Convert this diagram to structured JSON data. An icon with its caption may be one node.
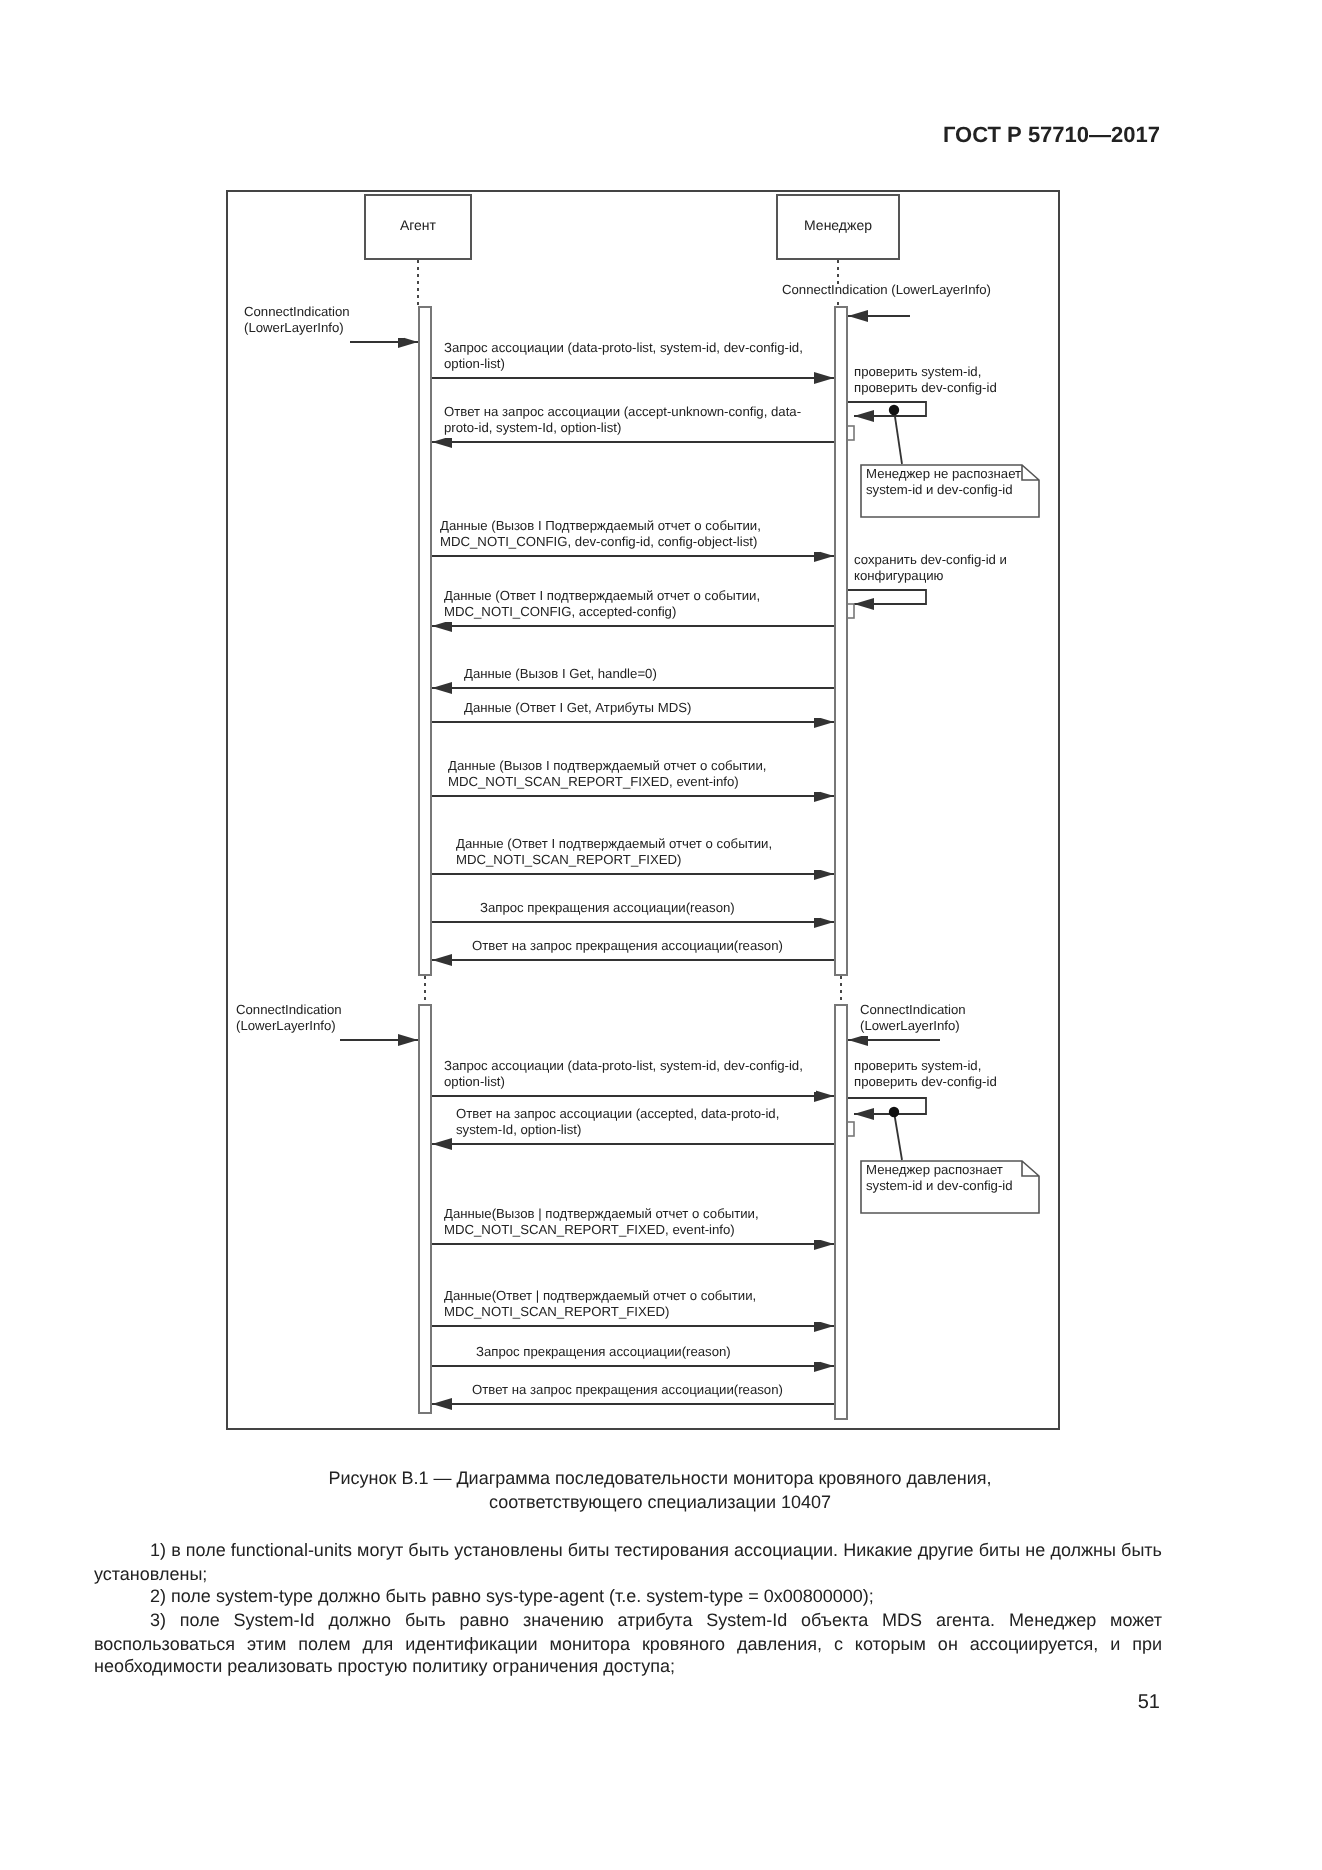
{
  "diagram": {
    "caption": "Рисунок В.1 — Диаграмма последовательности монитора кровяного давления, соответствующего специализации 10407",
    "nodes": [
      {
        "text": [
          "Агент"
        ]
      },
      {
        "text": [
          "Менеджер"
        ]
      },
      {
        "text": [],
        "shape": "bar"
      },
      {
        "text": [],
        "shape": "bar"
      },
      {
        "text": [],
        "shape": "bar"
      },
      {
        "text": [],
        "shape": "bar"
      },
      {
        "text": [
          "Менеджер не распознает system-id и dev-config-id"
        ]
      },
      {
        "text": [
          "Менеджер распознает system-id и dev-config-id"
        ]
      }
    ],
    "edges": [
      {
        "from": 0,
        "to": 2,
        "arrow": "none",
        "style": "dashed"
      },
      {
        "from": 1,
        "to": 3,
        "arrow": "none",
        "style": "dashed"
      },
      {
        "from": null,
        "to": 2,
        "arrow": "to",
        "label": "ConnectIndication (LowerLayerInfo)"
      },
      {
        "from": null,
        "to": 3,
        "arrow": "to",
        "label": "ConnectIndication (LowerLayerInfo)"
      },
      {
        "from": 2,
        "to": 3,
        "arrow": "to",
        "label": "Запрос ассоциации (data-proto-list, system-id, dev-config-id, option-list)"
      },
      {
        "from": 3,
        "to": 3,
        "arrow": "to",
        "label": "проверить system-id, проверить dev-config-id"
      },
      {
        "from": 3,
        "to": 2,
        "arrow": "to",
        "label": "Ответ на запрос ассоциации (accept-unknown-config, data-proto-id, system-Id, option-list)"
      },
      {
        "from": 6,
        "to": 3,
        "arrow": "other"
      },
      {
        "from": 2,
        "to": 3,
        "arrow": "to",
        "label": "Данные (Вызов I Подтверждаемый отчет о событии, MDC_NOTI_CONFIG, dev-config-id, config-object-list)"
      },
      {
        "from": 3,
        "to": 3,
        "arrow": "to",
        "label": "сохранить dev-config-id и конфигурацию"
      },
      {
        "from": 3,
        "to": 2,
        "arrow": "to",
        "label": "Данные (Ответ I подтверждаемый отчет о событии, MDC_NOTI_CONFIG, accepted-config)"
      },
      {
        "from": 3,
        "to": 2,
        "arrow": "to",
        "label": "Данные (Вызов I Get, handle=0)"
      },
      {
        "from": 2,
        "to": 3,
        "arrow": "to",
        "label": "Данные (Ответ I Get, Атрибуты MDS)"
      },
      {
        "from": 2,
        "to": 3,
        "arrow": "to",
        "label": "Данные (Вызов I подтверждаемый отчет о событии, MDC_NOTI_SCAN_REPORT_FIXED, event-info)"
      },
      {
        "from": 2,
        "to": 3,
        "arrow": "to",
        "label": "Данные (Ответ I подтверждаемый отчет о событии, MDC_NOTI_SCAN_REPORT_FIXED)"
      },
      {
        "from": 2,
        "to": 3,
        "arrow": "to",
        "label": "Запрос прекращения ассоциации(reason)"
      },
      {
        "from": 3,
        "to": 2,
        "arrow": "to",
        "label": "Ответ на запрос прекращения ассоциации(reason)"
      },
      {
        "from": 2,
        "to": 4,
        "arrow": "none",
        "style": "dashed"
      },
      {
        "from": 3,
        "to": 5,
        "arrow": "none",
        "style": "dashed"
      },
      {
        "from": null,
        "to": 4,
        "arrow": "to",
        "label": "ConnectIndication (LowerLayerInfo)"
      },
      {
        "from": null,
        "to": 5,
        "arrow": "to",
        "label": "ConnectIndication (LowerLayerInfo)"
      },
      {
        "from": 4,
        "to": 5,
        "arrow": "to",
        "label": "Запрос ассоциации (data-proto-list, system-id, dev-config-id, option-list)"
      },
      {
        "from": 5,
        "to": 5,
        "arrow": "to",
        "label": "проверить system-id, проверить dev-config-id"
      },
      {
        "from": 5,
        "to": 4,
        "arrow": "to",
        "label": "Ответ на запрос ассоциации (accepted, data-proto-id, system-Id, option-list)"
      },
      {
        "from": 7,
        "to": 5,
        "arrow": "other"
      },
      {
        "from": 4,
        "to": 5,
        "arrow": "to",
        "label": "Данные(Вызов | подтверждаемый отчет о событии, MDC_NOTI_SCAN_REPORT_FIXED, event-info)"
      },
      {
        "from": 4,
        "to": 5,
        "arrow": "to",
        "label": "Данные(Ответ | подтверждаемый отчет о событии, MDC_NOTI_SCAN_REPORT_FIXED)"
      },
      {
        "from": 4,
        "to": 5,
        "arrow": "to",
        "label": "Запрос прекращения ассоциации(reason)"
      },
      {
        "from": 5,
        "to": 4,
        "arrow": "to",
        "label": "Ответ на запрос прекращения ассоциации(reason)"
      }
    ],
    "labels": [
      "ГОСТ Р 57710—2017",
      "1) в поле functional-units могут быть установлены биты тестирования ассоциации. Никакие другие биты не должны быть установлены;",
      "2) поле system-type должно быть равно sys-type-agent (т.е. system-type = 0x00800000);",
      "3) поле System-Id должно быть равно значению атрибута System-Id объекта MDS агента. Менеджер может воспользоваться этим полем для идентификации монитора кровяного давления, с которым он ассоциируется, и при необходимости реализовать простую политику ограничения доступа;",
      "51"
    ]
  }
}
